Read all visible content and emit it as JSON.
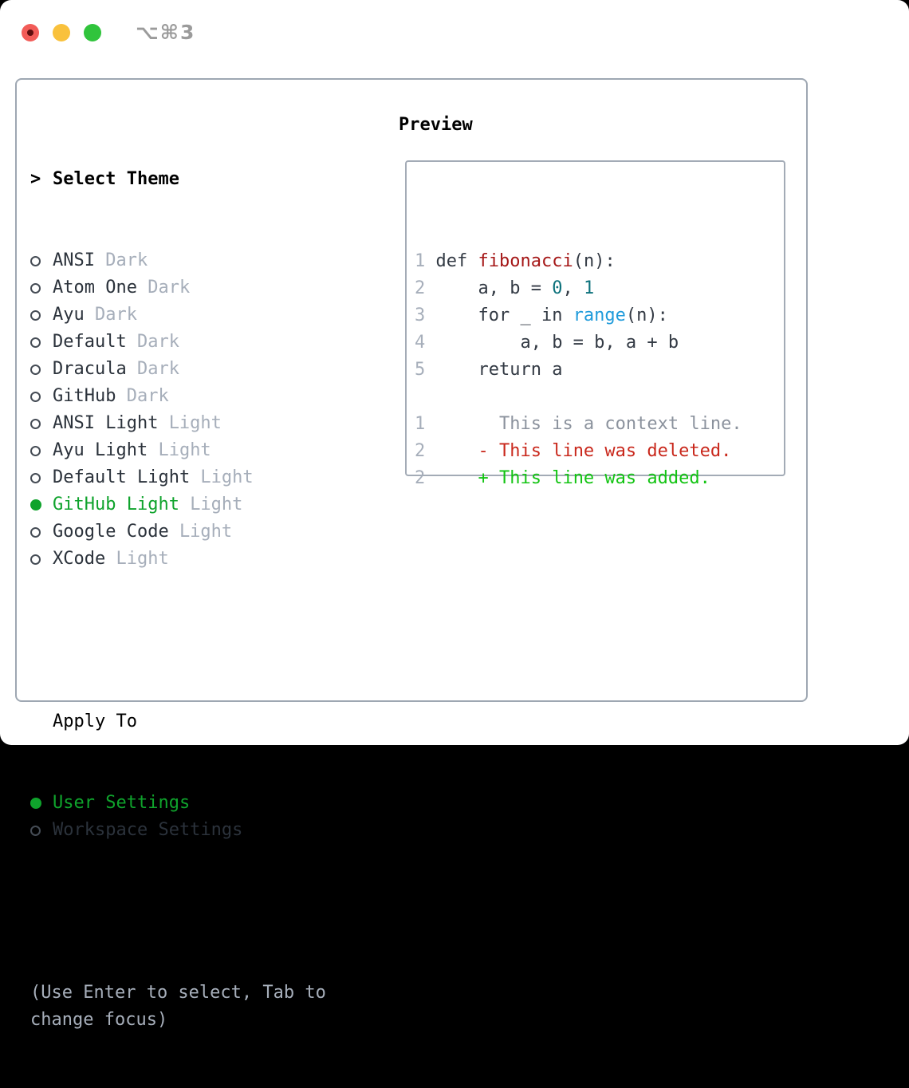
{
  "window": {
    "title": "⌥⌘3",
    "traffic_lights": [
      "close",
      "minimize",
      "zoom"
    ]
  },
  "left": {
    "header_prefix": ">",
    "header": "Select Theme",
    "themes": [
      {
        "name": "ANSI",
        "tag": "Dark",
        "selected": false
      },
      {
        "name": "Atom One",
        "tag": "Dark",
        "selected": false
      },
      {
        "name": "Ayu",
        "tag": "Dark",
        "selected": false
      },
      {
        "name": "Default",
        "tag": "Dark",
        "selected": false
      },
      {
        "name": "Dracula",
        "tag": "Dark",
        "selected": false
      },
      {
        "name": "GitHub",
        "tag": "Dark",
        "selected": false
      },
      {
        "name": "ANSI Light",
        "tag": "Light",
        "selected": false
      },
      {
        "name": "Ayu Light",
        "tag": "Light",
        "selected": false
      },
      {
        "name": "Default Light",
        "tag": "Light",
        "selected": false
      },
      {
        "name": "GitHub Light",
        "tag": "Light",
        "selected": true
      },
      {
        "name": "Google Code",
        "tag": "Light",
        "selected": false
      },
      {
        "name": "XCode",
        "tag": "Light",
        "selected": false
      }
    ],
    "apply_header": "Apply To",
    "targets": [
      {
        "name": "User Settings",
        "selected": true
      },
      {
        "name": "Workspace Settings",
        "selected": false
      }
    ],
    "hint_lines": [
      "(Use Enter to select, Tab to",
      "change focus)"
    ]
  },
  "right": {
    "header": "Preview",
    "code_lines": [
      {
        "num": "1",
        "segments": [
          {
            "t": "def ",
            "c": "code"
          },
          {
            "t": "fibonacci",
            "c": "func"
          },
          {
            "t": "(n):",
            "c": "code"
          }
        ]
      },
      {
        "num": "2",
        "segments": [
          {
            "t": "    a, b = ",
            "c": "code"
          },
          {
            "t": "0",
            "c": "num"
          },
          {
            "t": ", ",
            "c": "code"
          },
          {
            "t": "1",
            "c": "num"
          }
        ]
      },
      {
        "num": "3",
        "segments": [
          {
            "t": "    for _ in ",
            "c": "code"
          },
          {
            "t": "range",
            "c": "builtin"
          },
          {
            "t": "(n):",
            "c": "code"
          }
        ]
      },
      {
        "num": "4",
        "segments": [
          {
            "t": "        a, b = b, a + b",
            "c": "code"
          }
        ]
      },
      {
        "num": "5",
        "segments": [
          {
            "t": "    return a",
            "c": "code"
          }
        ]
      }
    ],
    "diff_lines": [
      {
        "num": "1",
        "segments": [
          {
            "t": "      This is a context line.",
            "c": "ctx"
          }
        ]
      },
      {
        "num": "2",
        "segments": [
          {
            "t": "    ",
            "c": "code"
          },
          {
            "t": "- This line was deleted.",
            "c": "del"
          }
        ]
      },
      {
        "num": "2",
        "segments": [
          {
            "t": "    ",
            "c": "code"
          },
          {
            "t": "+ This line was added.",
            "c": "add"
          }
        ]
      }
    ]
  },
  "colors": {
    "window_bg": "#ffffff",
    "outside_bg": "#000000",
    "panel_border": "#9ea7b2",
    "box_border": "#a3abb6",
    "header_text": "#000000",
    "list_text": "#2b323b",
    "muted": "#a6aeba",
    "context_text": "#8b929d",
    "selected_green": "#0fa32c",
    "added_green": "#13c413",
    "deleted_red": "#c9281c",
    "function_red": "#a51717",
    "builtin_blue": "#1f9bdb",
    "number_teal": "#0d727c",
    "code_text": "#333a44",
    "circle_outline": "#454c55",
    "title_text": "#9b9b9b",
    "traffic_red": "#f25c58",
    "traffic_red_dot": "#5f0e0e",
    "traffic_yellow": "#f9c13c",
    "traffic_green": "#30c43c"
  }
}
